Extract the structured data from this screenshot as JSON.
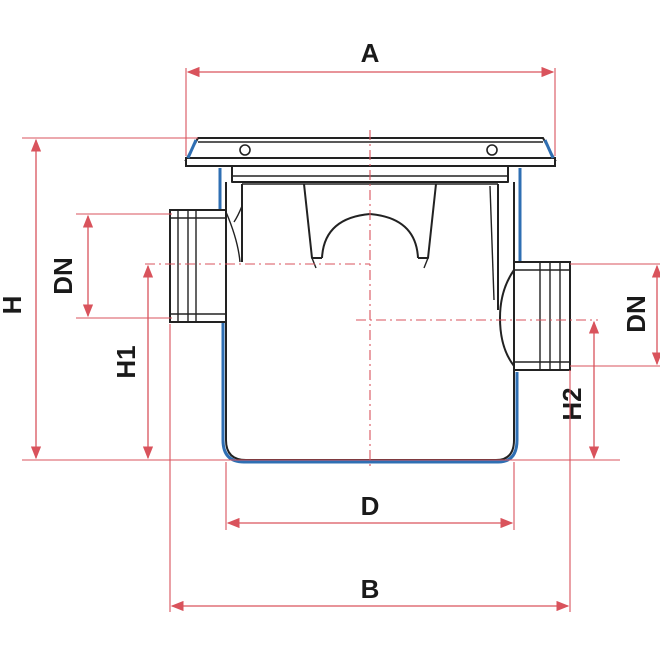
{
  "labels": {
    "A": "A",
    "H": "H",
    "DN_left": "DN",
    "H1": "H1",
    "DN_right": "DN",
    "H2": "H2",
    "D": "D",
    "B": "B"
  },
  "colors": {
    "dimension_lines": "#d9535c",
    "outline": "#222222",
    "body_accent": "#2f6fb3"
  }
}
